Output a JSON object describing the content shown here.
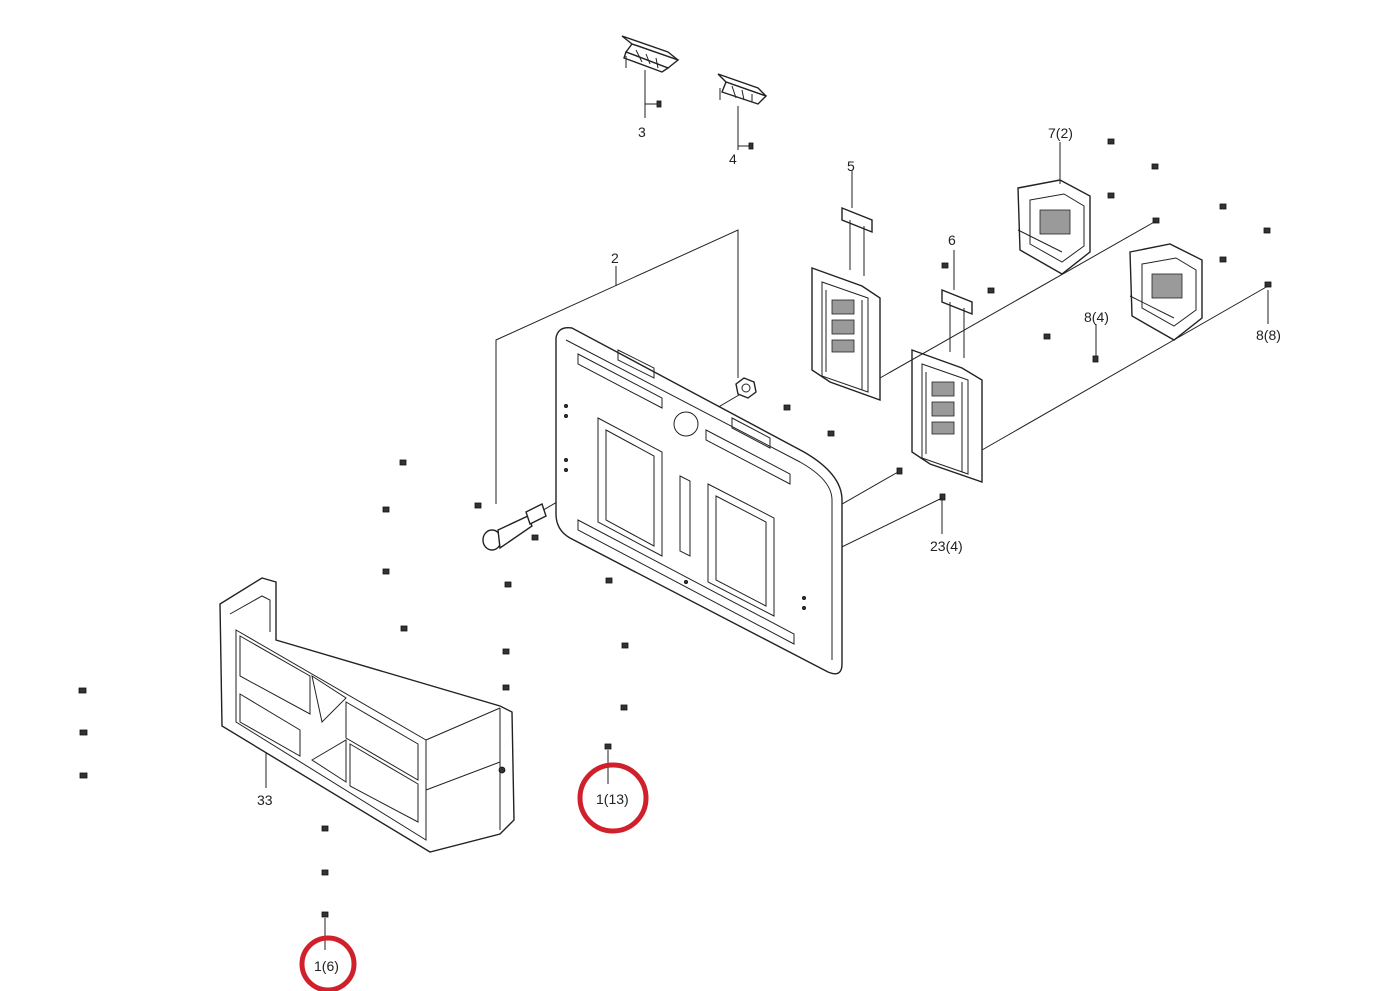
{
  "accent_color": "#d0202c",
  "labels": [
    {
      "id": "3",
      "text": "3"
    },
    {
      "id": "4",
      "text": "4"
    },
    {
      "id": "5",
      "text": "5"
    },
    {
      "id": "7",
      "text": "7(2)"
    },
    {
      "id": "2",
      "text": "2"
    },
    {
      "id": "6",
      "text": "6"
    },
    {
      "id": "8a",
      "text": "8(4)"
    },
    {
      "id": "8b",
      "text": "8(8)"
    },
    {
      "id": "23",
      "text": "23(4)"
    },
    {
      "id": "33",
      "text": "33"
    },
    {
      "id": "1a",
      "text": "1(13)"
    },
    {
      "id": "1b",
      "text": "1(6)"
    }
  ]
}
